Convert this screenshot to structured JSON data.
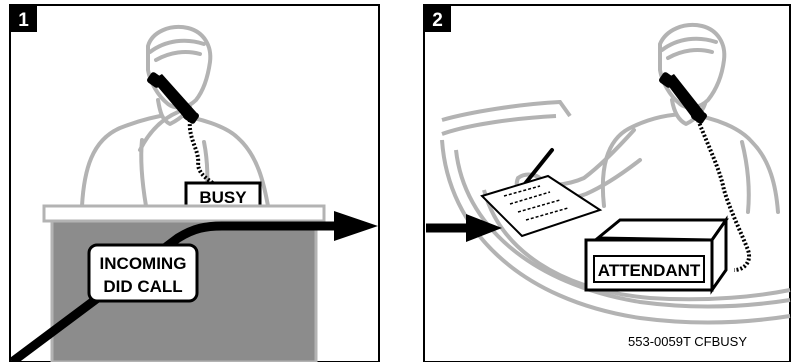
{
  "panels": [
    {
      "number": "1",
      "sign_label": "BUSY",
      "callout_line1": "INCOMING",
      "callout_line2": "DID CALL"
    },
    {
      "number": "2",
      "sign_label": "ATTENDANT"
    }
  ],
  "caption": "553-0059T CFBUSY",
  "colors": {
    "ink": "#000000",
    "figure_gray": "#b3b3b3",
    "desk_fill": "#8c8c8c",
    "paper": "#ffffff"
  }
}
